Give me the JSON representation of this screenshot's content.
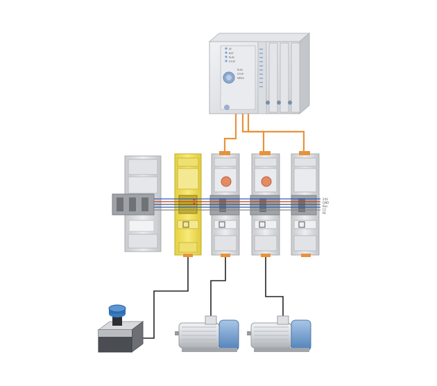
{
  "plc": {
    "indicator_labels": [
      "SF",
      "BAT",
      "RUN",
      "STOP"
    ],
    "key_labels": [
      "RUN",
      "STOP",
      "MRES"
    ]
  },
  "bus_labels": [
    "24V",
    "GND",
    "Bus",
    "CC",
    "PE"
  ],
  "colors": {
    "cable_orange": "#e8923a",
    "cable_black": "#222222",
    "bus_blue": "#2a5fb8",
    "bus_red": "#c0392b",
    "safety_yellow": "#f3e25a",
    "module_grey": "#d9dbdd",
    "motor_blue": "#6e9fd0",
    "estop_blue": "#2f6fb3"
  },
  "icons": [
    "plc-icon",
    "terminal-module-icon",
    "safety-relay-icon",
    "motor-starter-icon",
    "io-module-icon",
    "emergency-stop-icon",
    "motor-icon"
  ]
}
